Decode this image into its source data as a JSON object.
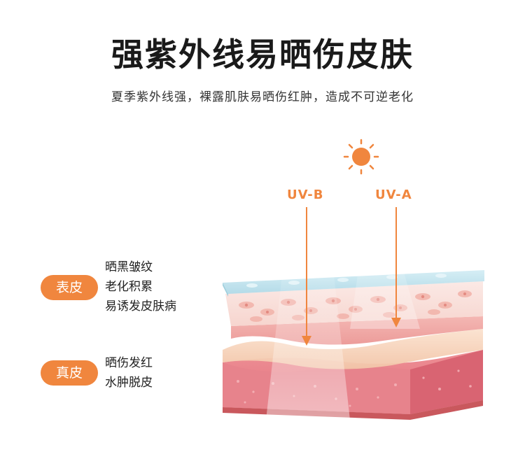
{
  "header": {
    "title": "强紫外线易晒伤皮肤",
    "subtitle": "夏季紫外线强，裸露肌肤易晒伤红肿，造成不可逆老化"
  },
  "layers": [
    {
      "label": "表皮",
      "effects": [
        "晒黑皱纹",
        "老化积累",
        "易诱发皮肤病"
      ]
    },
    {
      "label": "真皮",
      "effects": [
        "晒伤发红",
        "水肿脱皮"
      ]
    }
  ],
  "rays": [
    {
      "label": "UV-B"
    },
    {
      "label": "UV-A"
    }
  ],
  "colors": {
    "accent": "#f0863e",
    "epidermis_top": "#bfe3ee",
    "dermis": "#e8808a"
  },
  "icons": [
    "sun-icon"
  ]
}
